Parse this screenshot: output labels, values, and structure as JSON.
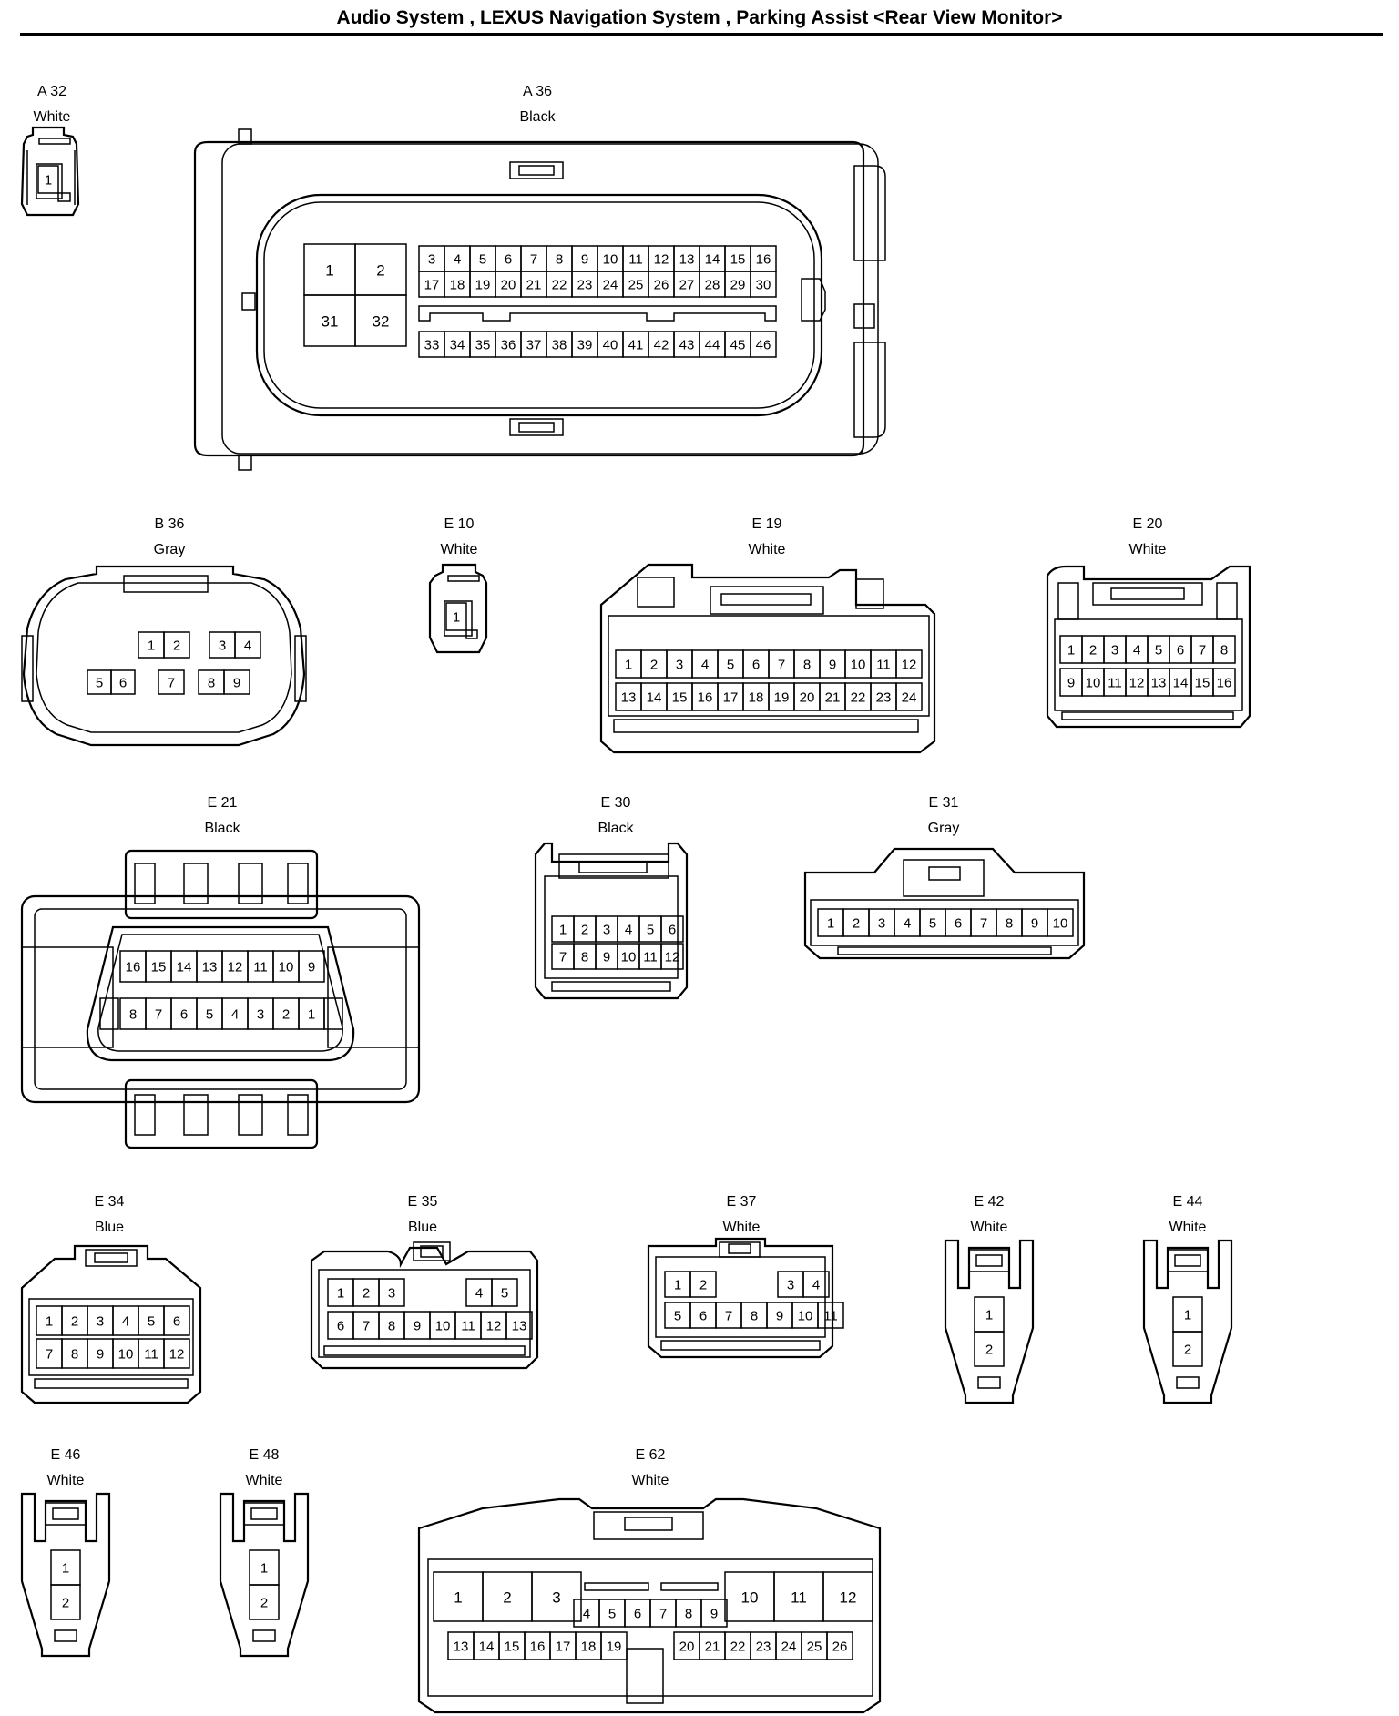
{
  "title": "Audio System , LEXUS Navigation System , Parking Assist <Rear View Monitor>",
  "connectors": {
    "A32": {
      "id": "A 32",
      "color": "White",
      "pins": [
        "1"
      ]
    },
    "A36": {
      "id": "A 36",
      "color": "Black",
      "big": [
        "1",
        "2",
        "31",
        "32"
      ],
      "row1": [
        "3",
        "4",
        "5",
        "6",
        "7",
        "8",
        "9",
        "10",
        "11",
        "12",
        "13",
        "14",
        "15",
        "16"
      ],
      "row2": [
        "17",
        "18",
        "19",
        "20",
        "21",
        "22",
        "23",
        "24",
        "25",
        "26",
        "27",
        "28",
        "29",
        "30"
      ],
      "row3": [
        "33",
        "34",
        "35",
        "36",
        "37",
        "38",
        "39",
        "40",
        "41",
        "42",
        "43",
        "44",
        "45",
        "46"
      ]
    },
    "B36": {
      "id": "B 36",
      "color": "Gray",
      "pins": [
        "1",
        "2",
        "3",
        "4",
        "5",
        "6",
        "7",
        "8",
        "9"
      ]
    },
    "E10": {
      "id": "E 10",
      "color": "White",
      "pins": [
        "1"
      ]
    },
    "E19": {
      "id": "E 19",
      "color": "White",
      "row1": [
        "1",
        "2",
        "3",
        "4",
        "5",
        "6",
        "7",
        "8",
        "9",
        "10",
        "11",
        "12"
      ],
      "row2": [
        "13",
        "14",
        "15",
        "16",
        "17",
        "18",
        "19",
        "20",
        "21",
        "22",
        "23",
        "24"
      ]
    },
    "E20": {
      "id": "E 20",
      "color": "White",
      "row1": [
        "1",
        "2",
        "3",
        "4",
        "5",
        "6",
        "7",
        "8"
      ],
      "row2": [
        "9",
        "10",
        "11",
        "12",
        "13",
        "14",
        "15",
        "16"
      ]
    },
    "E21": {
      "id": "E 21",
      "color": "Black",
      "row1": [
        "16",
        "15",
        "14",
        "13",
        "12",
        "11",
        "10",
        "9"
      ],
      "row2": [
        "8",
        "7",
        "6",
        "5",
        "4",
        "3",
        "2",
        "1"
      ]
    },
    "E30": {
      "id": "E 30",
      "color": "Black",
      "row1": [
        "1",
        "2",
        "3",
        "4",
        "5",
        "6"
      ],
      "row2": [
        "7",
        "8",
        "9",
        "10",
        "11",
        "12"
      ]
    },
    "E31": {
      "id": "E 31",
      "color": "Gray",
      "row1": [
        "1",
        "2",
        "3",
        "4",
        "5",
        "6",
        "7",
        "8",
        "9",
        "10"
      ]
    },
    "E34": {
      "id": "E 34",
      "color": "Blue",
      "row1": [
        "1",
        "2",
        "3",
        "4",
        "5",
        "6"
      ],
      "row2": [
        "7",
        "8",
        "9",
        "10",
        "11",
        "12"
      ]
    },
    "E35": {
      "id": "E 35",
      "color": "Blue",
      "row1": [
        "1",
        "2",
        "3",
        "4",
        "5"
      ],
      "row2": [
        "6",
        "7",
        "8",
        "9",
        "10",
        "11",
        "12",
        "13"
      ]
    },
    "E37": {
      "id": "E 37",
      "color": "White",
      "row1": [
        "1",
        "2",
        "3",
        "4"
      ],
      "row2": [
        "5",
        "6",
        "7",
        "8",
        "9",
        "10",
        "11"
      ]
    },
    "E42": {
      "id": "E 42",
      "color": "White",
      "pins": [
        "1",
        "2"
      ]
    },
    "E44": {
      "id": "E 44",
      "color": "White",
      "pins": [
        "1",
        "2"
      ]
    },
    "E46": {
      "id": "E 46",
      "color": "White",
      "pins": [
        "1",
        "2"
      ]
    },
    "E48": {
      "id": "E 48",
      "color": "White",
      "pins": [
        "1",
        "2"
      ]
    },
    "E62": {
      "id": "E 62",
      "color": "White",
      "big": [
        "1",
        "2",
        "3",
        "10",
        "11",
        "12"
      ],
      "mid": [
        "4",
        "5",
        "6",
        "7",
        "8",
        "9"
      ],
      "row2": [
        "13",
        "14",
        "15",
        "16",
        "17",
        "18",
        "19",
        "20",
        "21",
        "22",
        "23",
        "24",
        "25",
        "26"
      ]
    }
  }
}
